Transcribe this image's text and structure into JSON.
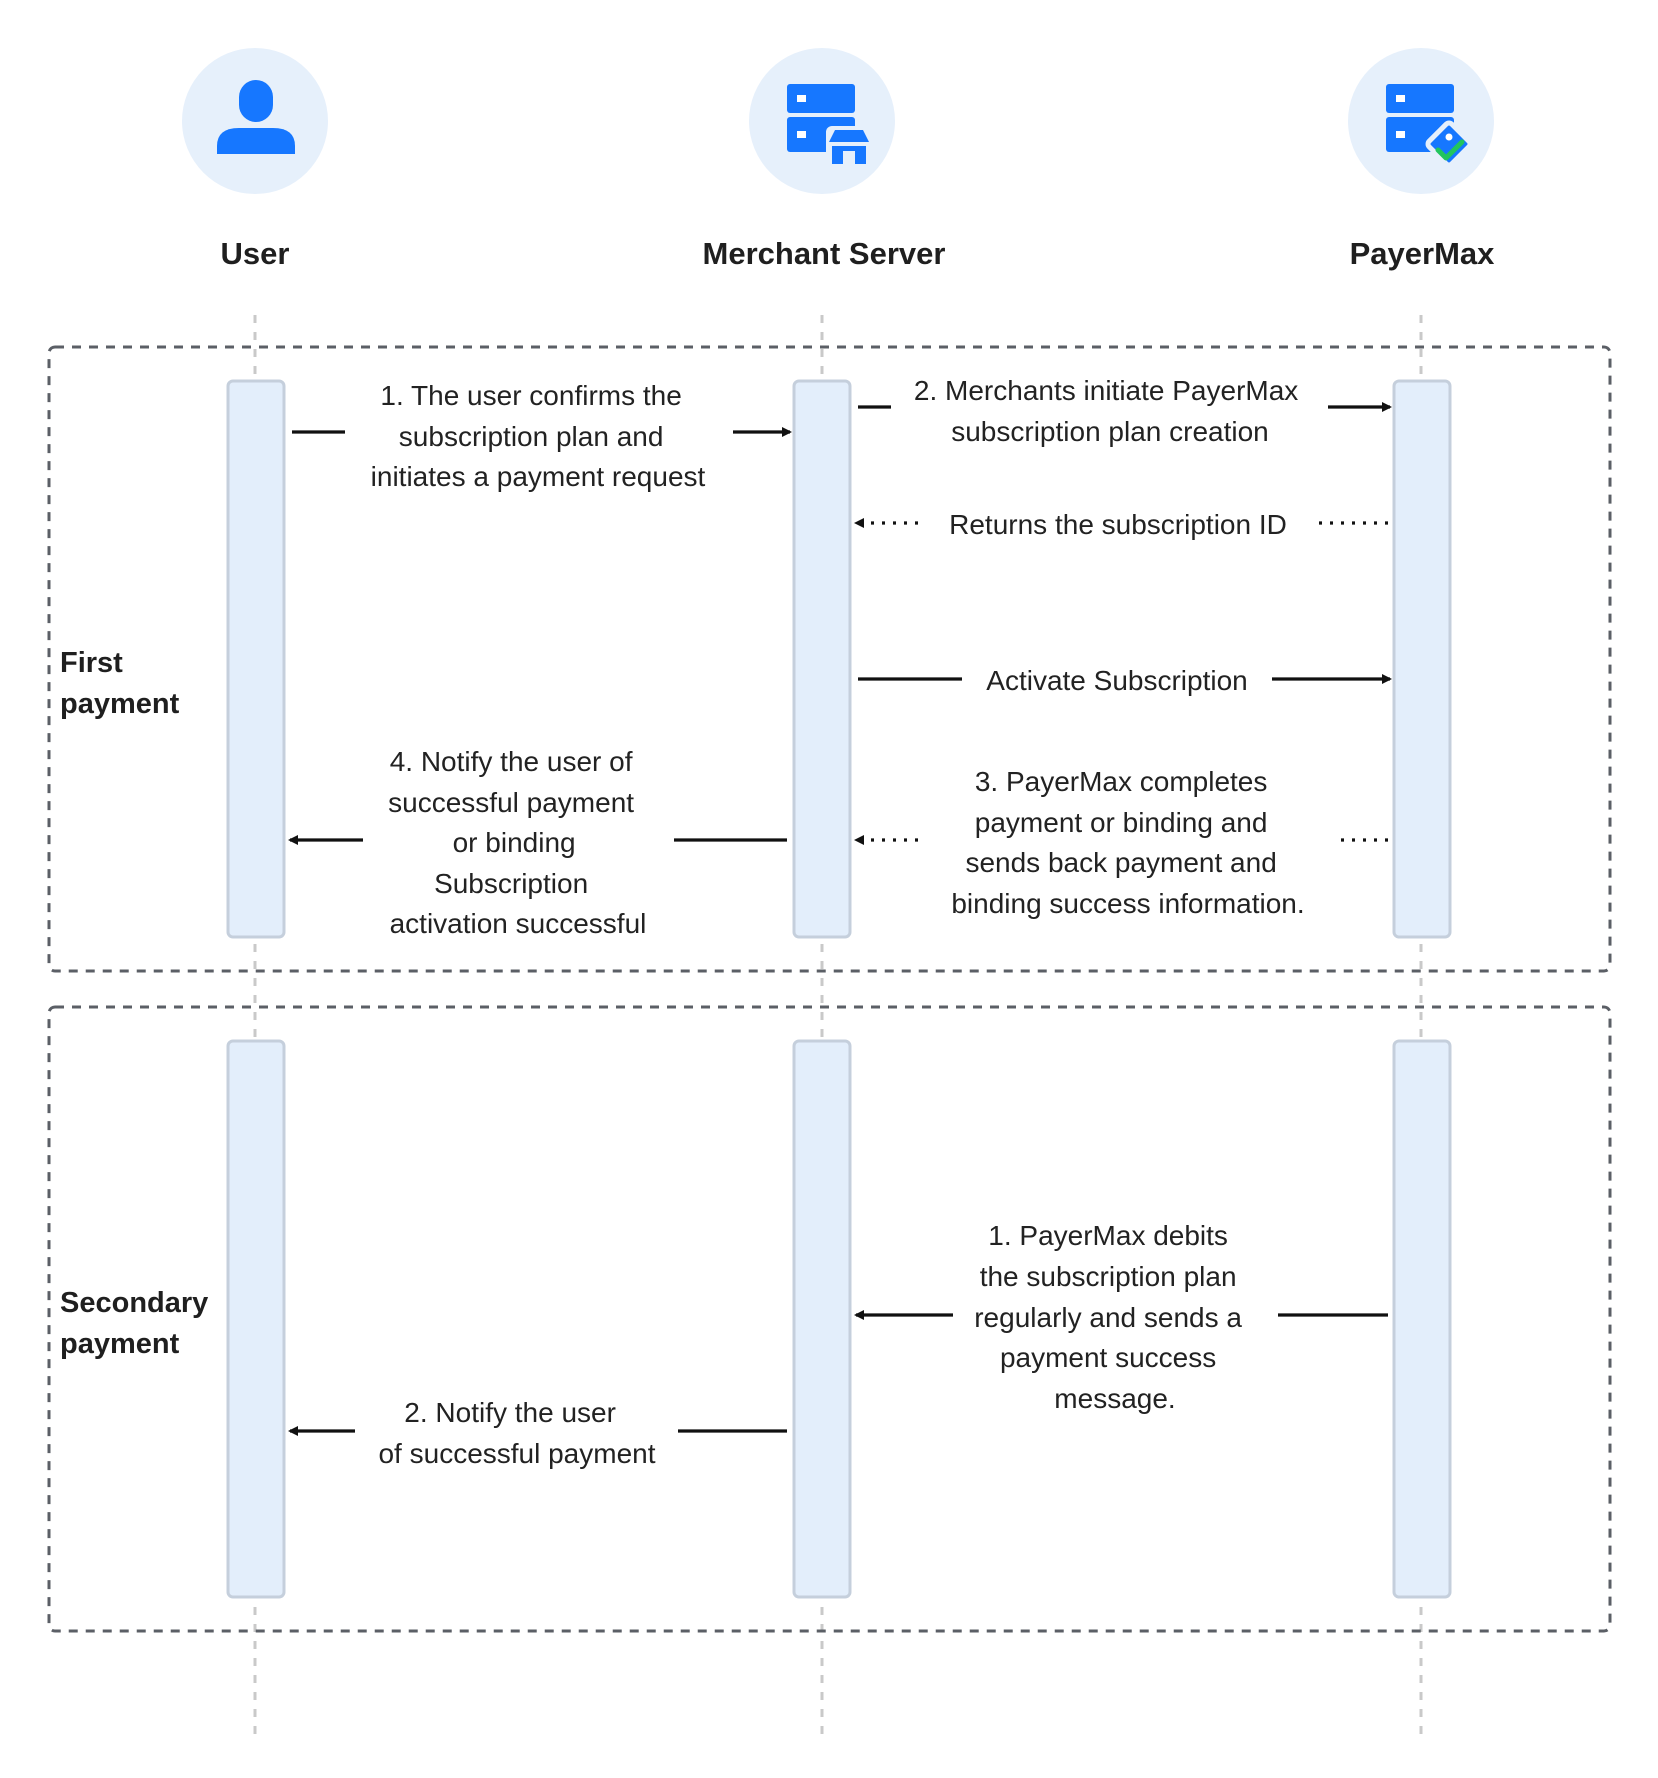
{
  "actors": [
    {
      "id": "user",
      "label": "User",
      "icon": "user-icon"
    },
    {
      "id": "merchant",
      "label": "Merchant Server",
      "icon": "merchant-server-icon"
    },
    {
      "id": "payermax",
      "label": "PayerMax",
      "icon": "payermax-server-icon"
    }
  ],
  "colors": {
    "icon_blue": "#1677ff",
    "icon_circle": "#e6f0fb",
    "check_green": "#22c55e"
  },
  "sections": [
    {
      "label_lines": [
        "First",
        "payment"
      ],
      "messages": [
        {
          "lines": [
            "1. The user confirms the",
            "subscription plan and",
            "initiates a payment request"
          ],
          "style": "solid"
        },
        {
          "lines": [
            "2. Merchants initiate PayerMax",
            "subscription plan creation"
          ],
          "style": "solid"
        },
        {
          "lines": [
            "Returns the subscription ID"
          ],
          "style": "dotted"
        },
        {
          "lines": [
            "Activate Subscription"
          ],
          "style": "solid"
        },
        {
          "lines": [
            "3. PayerMax completes",
            "payment or binding and",
            "sends back payment and",
            "binding success information."
          ],
          "style": "dotted"
        },
        {
          "lines": [
            "4. Notify the user of",
            "successful payment",
            "or binding",
            "Subscription",
            "activation successful"
          ],
          "style": "solid"
        }
      ]
    },
    {
      "label_lines": [
        "Secondary",
        "payment"
      ],
      "messages": [
        {
          "lines": [
            "1. PayerMax debits",
            "the subscription plan",
            "regularly and sends a",
            "payment success",
            "message."
          ],
          "style": "solid"
        },
        {
          "lines": [
            "2. Notify the user",
            "of successful payment"
          ],
          "style": "solid"
        }
      ]
    }
  ]
}
